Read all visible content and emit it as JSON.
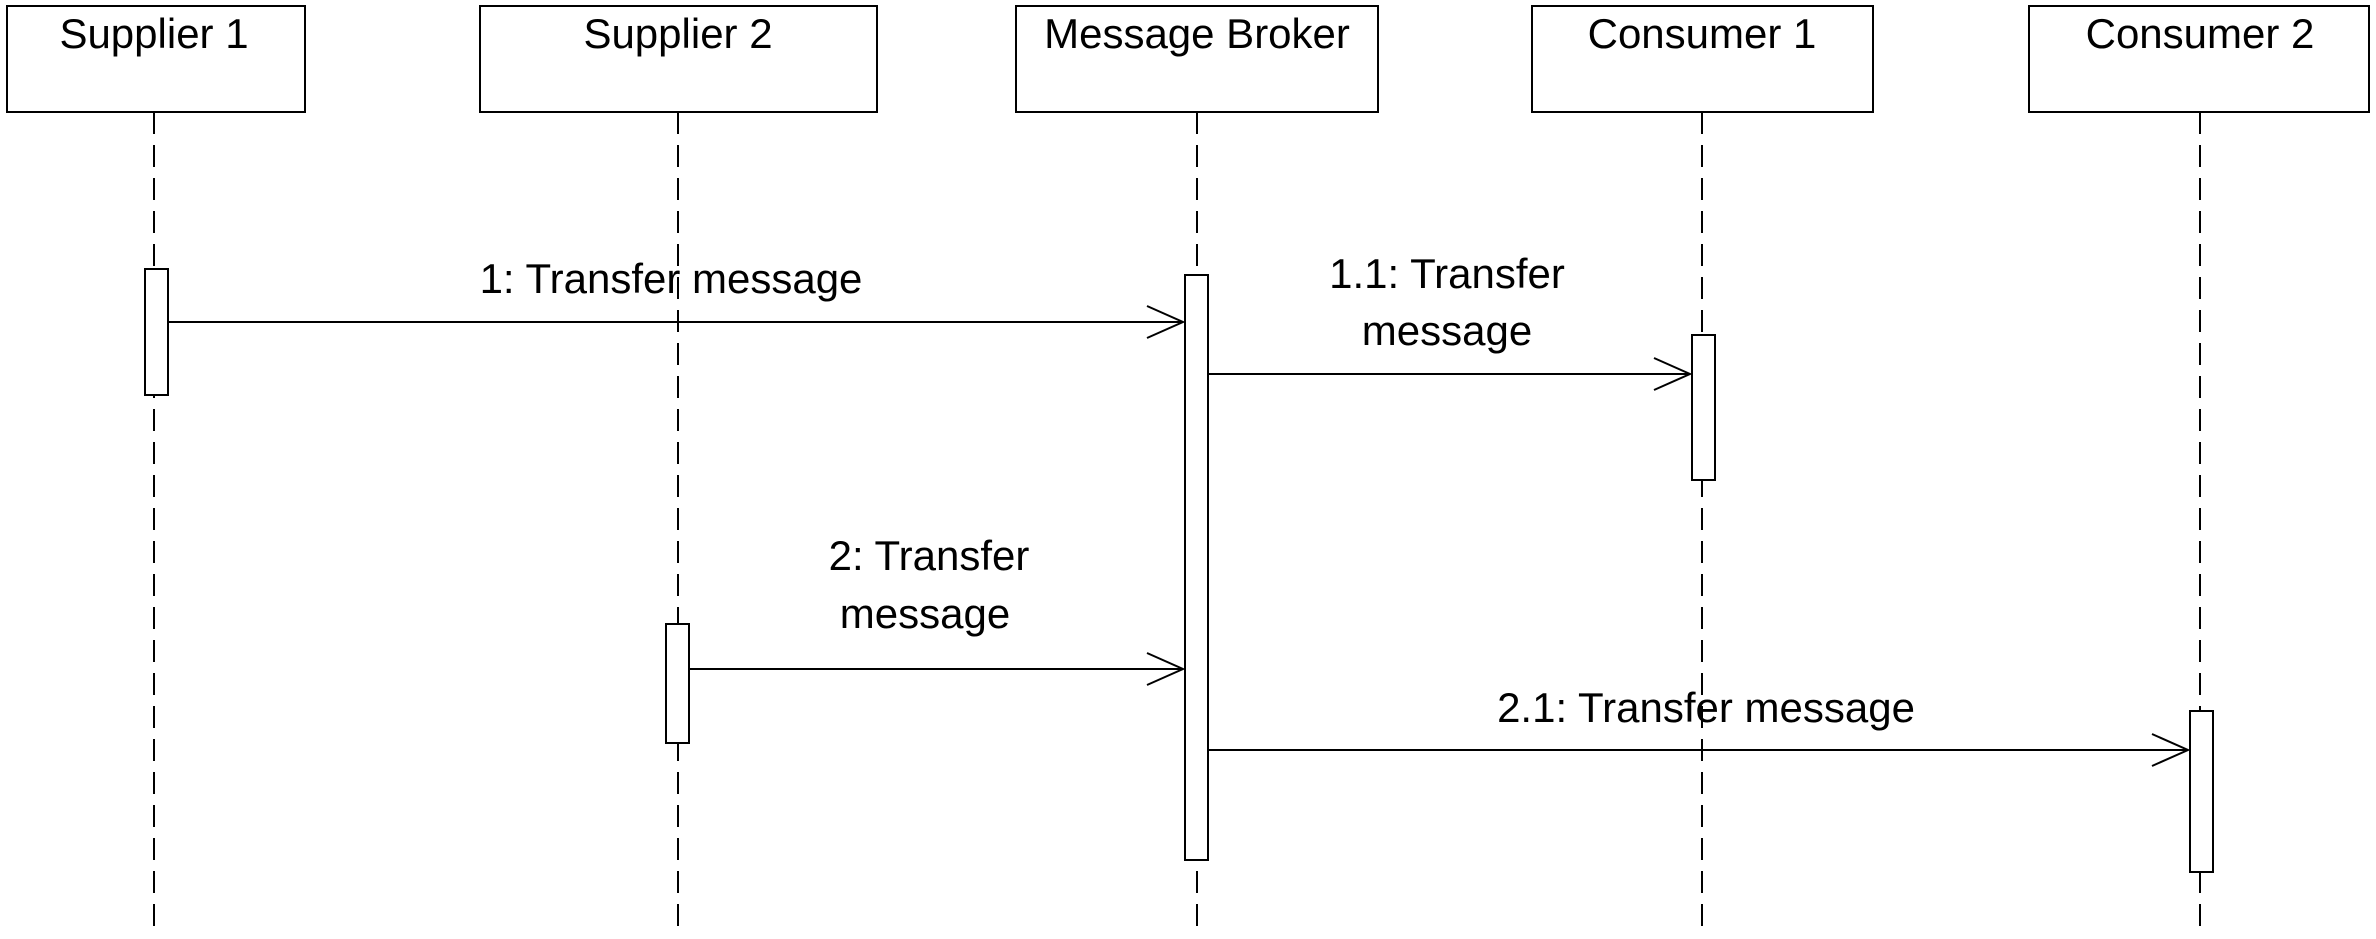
{
  "diagram": {
    "participants": [
      {
        "id": "supplier1",
        "label": "Supplier 1"
      },
      {
        "id": "supplier2",
        "label": "Supplier 2"
      },
      {
        "id": "broker",
        "label": "Message Broker"
      },
      {
        "id": "consumer1",
        "label": "Consumer 1"
      },
      {
        "id": "consumer2",
        "label": "Consumer 2"
      }
    ],
    "messages": [
      {
        "from": "supplier1",
        "to": "broker",
        "label_lines": [
          "1: Transfer message"
        ]
      },
      {
        "from": "broker",
        "to": "consumer1",
        "label_lines": [
          "1.1: Transfer",
          "message"
        ]
      },
      {
        "from": "supplier2",
        "to": "broker",
        "label_lines": [
          "2: Transfer",
          "message"
        ]
      },
      {
        "from": "broker",
        "to": "consumer2",
        "label_lines": [
          "2.1: Transfer message"
        ]
      }
    ],
    "colors": {
      "line": "#000000",
      "background": "#ffffff"
    }
  }
}
